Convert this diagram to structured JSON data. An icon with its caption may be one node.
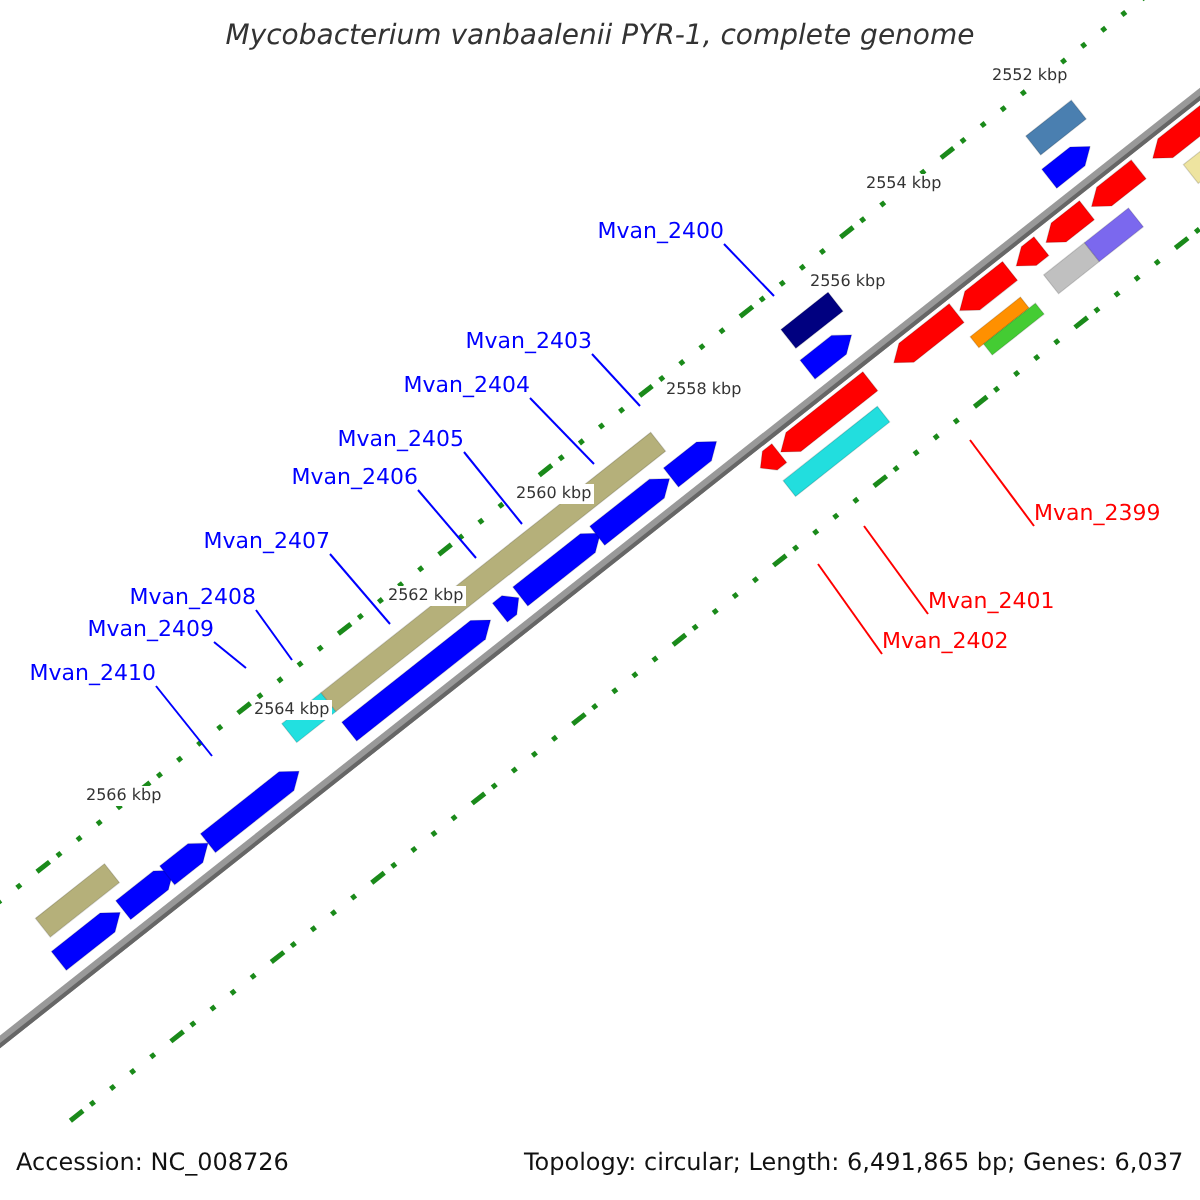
{
  "diagram": {
    "title": "Mycobacterium vanbaalenii PYR-1, complete genome",
    "nodes": [
      {
        "text": [
          "Mvan_2400"
        ]
      },
      {
        "text": [
          "Mvan_2403"
        ]
      },
      {
        "text": [
          "Mvan_2404"
        ]
      },
      {
        "text": [
          "Mvan_2405"
        ]
      },
      {
        "text": [
          "Mvan_2406"
        ]
      },
      {
        "text": [
          "Mvan_2399"
        ]
      },
      {
        "text": [
          "Mvan_2407"
        ]
      },
      {
        "text": [
          "Mvan_2408"
        ]
      },
      {
        "text": [
          "Mvan_2401"
        ]
      },
      {
        "text": [
          "Mvan_2409"
        ]
      },
      {
        "text": [
          "Mvan_2402"
        ]
      },
      {
        "text": [
          "Mvan_2410"
        ]
      }
    ],
    "edges": [
      {
        "from": 0,
        "to": null,
        "arrow": "none"
      },
      {
        "from": 1,
        "to": null,
        "arrow": "none"
      },
      {
        "from": 2,
        "to": null,
        "arrow": "none"
      },
      {
        "from": 3,
        "to": null,
        "arrow": "none"
      },
      {
        "from": 4,
        "to": null,
        "arrow": "none"
      },
      {
        "from": 5,
        "to": null,
        "arrow": "none",
        "color": "#ff0000"
      },
      {
        "from": 6,
        "to": null,
        "arrow": "none"
      },
      {
        "from": 7,
        "to": null,
        "arrow": "none"
      },
      {
        "from": 8,
        "to": null,
        "arrow": "none",
        "color": "#ff0000"
      },
      {
        "from": 9,
        "to": null,
        "arrow": "none"
      },
      {
        "from": 10,
        "to": null,
        "arrow": "none",
        "color": "#ff0000"
      },
      {
        "from": 11,
        "to": null,
        "arrow": "none"
      }
    ],
    "labels": [
      "2552 kbp",
      "2554 kbp",
      "2556 kbp",
      "2558 kbp",
      "2560 kbp",
      "2562 kbp",
      "2564 kbp",
      "2566 kbp",
      "Accession: NC_008726",
      "Topology: circular; Length: 6,491,865 bp; Genes: 6,037"
    ]
  }
}
